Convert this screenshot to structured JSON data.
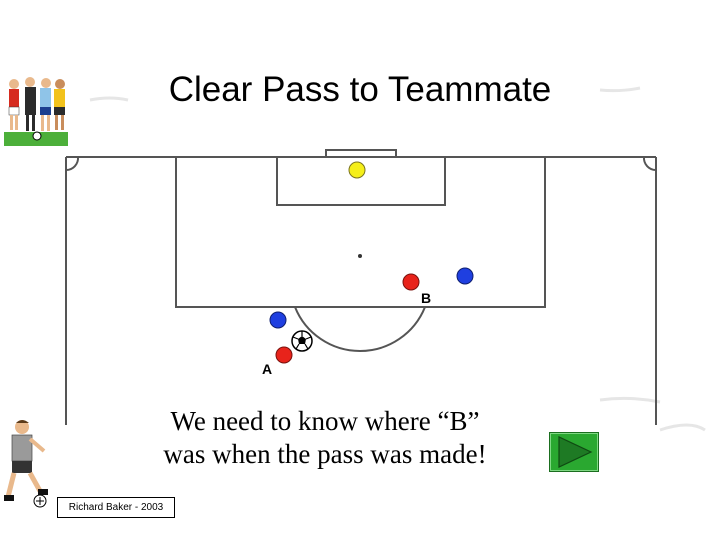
{
  "slide": {
    "title": "Clear Pass to Teammate",
    "caption_line1": "We need to know where “B”",
    "caption_line2": "was when the pass was made!",
    "credit": "Richard Baker - 2003"
  },
  "diagram": {
    "label_a": "A",
    "label_b": "B",
    "colors": {
      "goalkeeper": "#f5ef1a",
      "attacker": "#e8231b",
      "defender": "#1f3fe0",
      "lines": "#555555",
      "next_button": "#2aa830"
    }
  },
  "icons": {
    "top_clipart": "referees-clipart-icon",
    "bottom_clipart": "player-kicking-clipart-icon",
    "ball": "soccer-ball-icon",
    "next": "play-arrow-icon"
  }
}
